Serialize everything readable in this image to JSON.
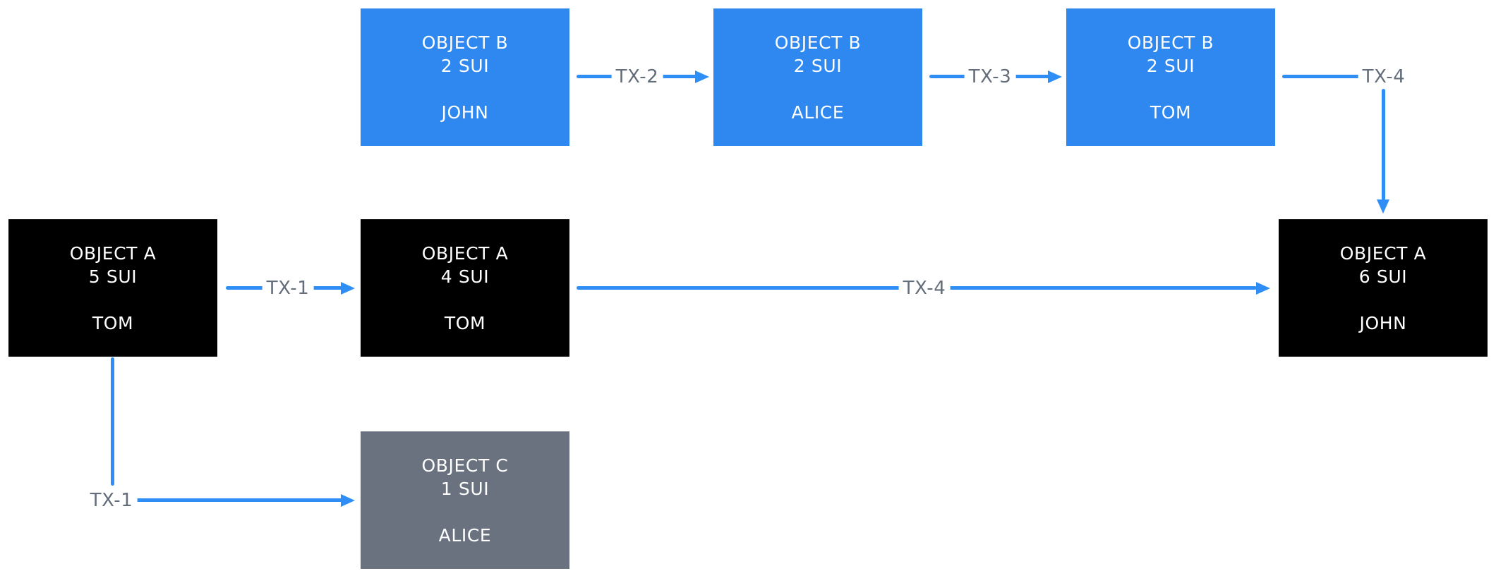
{
  "diagram": {
    "boxes": [
      {
        "title": "OBJECT B",
        "amount": "2 SUI",
        "owner": "JOHN",
        "variant": "blue"
      },
      {
        "title": "OBJECT B",
        "amount": "2 SUI",
        "owner": "ALICE",
        "variant": "blue"
      },
      {
        "title": "OBJECT B",
        "amount": "2 SUI",
        "owner": "TOM",
        "variant": "blue"
      },
      {
        "title": "OBJECT A",
        "amount": "5 SUI",
        "owner": "TOM",
        "variant": "black"
      },
      {
        "title": "OBJECT A",
        "amount": "4 SUI",
        "owner": "TOM",
        "variant": "black"
      },
      {
        "title": "OBJECT A",
        "amount": "6 SUI",
        "owner": "JOHN",
        "variant": "black"
      },
      {
        "title": "OBJECT C",
        "amount": "1 SUI",
        "owner": "ALICE",
        "variant": "gray"
      }
    ],
    "arrows": [
      {
        "label": "TX-1"
      },
      {
        "label": "TX-2"
      },
      {
        "label": "TX-3"
      },
      {
        "label": "TX-4"
      },
      {
        "label": "TX-4"
      },
      {
        "label": "TX-1"
      }
    ],
    "colors": {
      "canvas_bg": "#ffffff",
      "box_blue": "#2f88f0",
      "box_black": "#000000",
      "box_gray": "#6a7280",
      "box_text": "#ffffff",
      "arrow_blue": "#2f8ef6",
      "label_gray": "#646d7a"
    }
  }
}
